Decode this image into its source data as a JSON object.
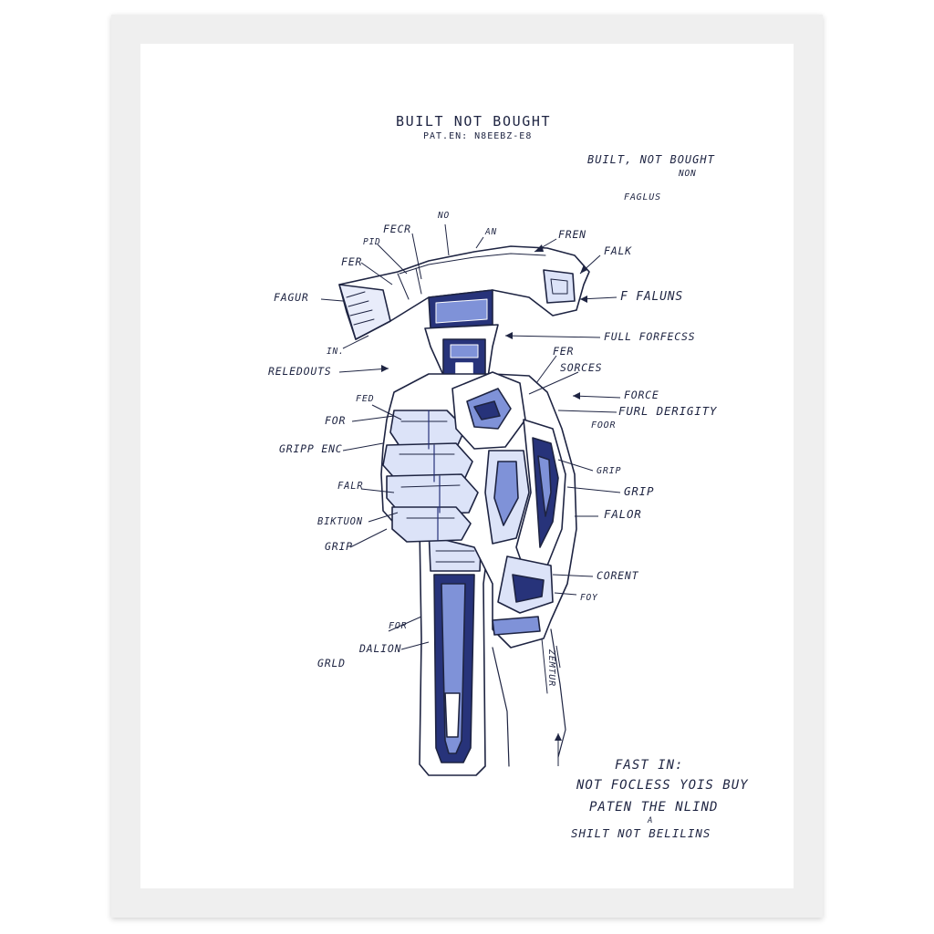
{
  "title": "BUILT NOT BOUGHT",
  "patent": "PAT.EN:  N8EEBZ-E8",
  "corner_title": "BUILT, NOT BOUGHT",
  "corner_sub": "NON",
  "corner_sub2": "FAGLUS",
  "labels": {
    "fecr": "FECR",
    "no": "NO",
    "an": "AN",
    "pid": "PID",
    "fer_top": "FER",
    "fren": "FREN",
    "falk": "FALK",
    "fagur": "FAGUR",
    "f_faluns": "F FALUNS",
    "in": "IN.",
    "full_forfecss": "FULL FORFECSS",
    "releddouts": "RELEDOUTS",
    "fer_mid": "FER",
    "sorces": "SORCES",
    "force": "FORCE",
    "furl_derigity": "FURL DERIGITY",
    "foor": "FOOR",
    "fed": "FED",
    "for_left": "FOR",
    "gripp_enc": "GRIPP ENC",
    "grip_right_small": "GRIP",
    "grip_right": "GRIP",
    "falr": "FALR",
    "falor": "FALOR",
    "biktuon": "BIKTUON",
    "grip_left": "GRIP",
    "corent": "CORENT",
    "foy": "FOY",
    "for_bottom": "FOR",
    "dalion": "DALION",
    "grld": "GRLD",
    "zemtur": "ZEMTUR"
  },
  "notes": [
    "FAST IN:",
    "NOT FOCLESS YOIS BUY",
    "PATEN THE NLIND",
    "A",
    "SHILT NOT BELILINS"
  ],
  "colors": {
    "ink": "#1e2442",
    "accent": "#7f92d8",
    "deep": "#27337a",
    "frame": "#efefef"
  }
}
